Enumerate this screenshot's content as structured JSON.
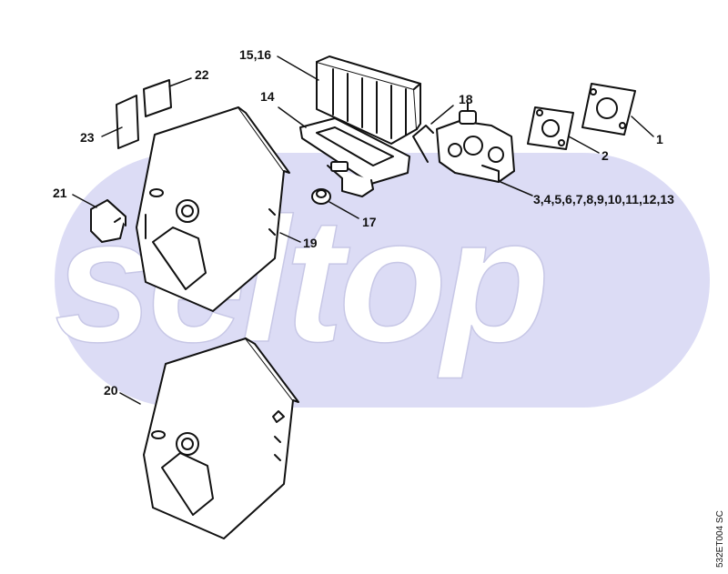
{
  "watermark": {
    "text": "seltop",
    "band_color": "#dcdcf5",
    "text_color": "#ffffff"
  },
  "callouts": [
    {
      "id": "c1",
      "text": "1"
    },
    {
      "id": "c2",
      "text": "2"
    },
    {
      "id": "c3",
      "text": "3,4,5,6,7,8,9,10,11,12,13"
    },
    {
      "id": "c14",
      "text": "14"
    },
    {
      "id": "c15",
      "text": "15,16"
    },
    {
      "id": "c17",
      "text": "17"
    },
    {
      "id": "c18",
      "text": "18"
    },
    {
      "id": "c19",
      "text": "19"
    },
    {
      "id": "c20",
      "text": "20"
    },
    {
      "id": "c21",
      "text": "21"
    },
    {
      "id": "c22",
      "text": "22"
    },
    {
      "id": "c23",
      "text": "23"
    }
  ],
  "drawing_code": "532ET004 SC",
  "colors": {
    "ink": "#111111",
    "part_fill": "#ffffff"
  }
}
